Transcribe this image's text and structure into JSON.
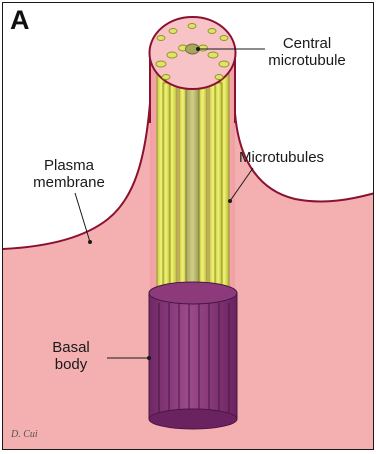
{
  "panel_letter": "A",
  "labels": {
    "central_microtubule": [
      "Central",
      "microtubule"
    ],
    "microtubules": "Microtubules",
    "plasma_membrane": [
      "Plasma",
      "membrane"
    ],
    "basal_body": [
      "Basal",
      "body"
    ]
  },
  "signature": "D. Cui",
  "colors": {
    "membrane_fill": "#f4b0b1",
    "membrane_line": "#8a1230",
    "microtubule_yellow": "#e6ea5c",
    "microtubule_dark": "#9aa02a",
    "central_tube": "#c4c278",
    "basal_body": "#8c3a7c",
    "basal_body_dark": "#5e1f54",
    "tip_top": "#f7c3c6"
  }
}
